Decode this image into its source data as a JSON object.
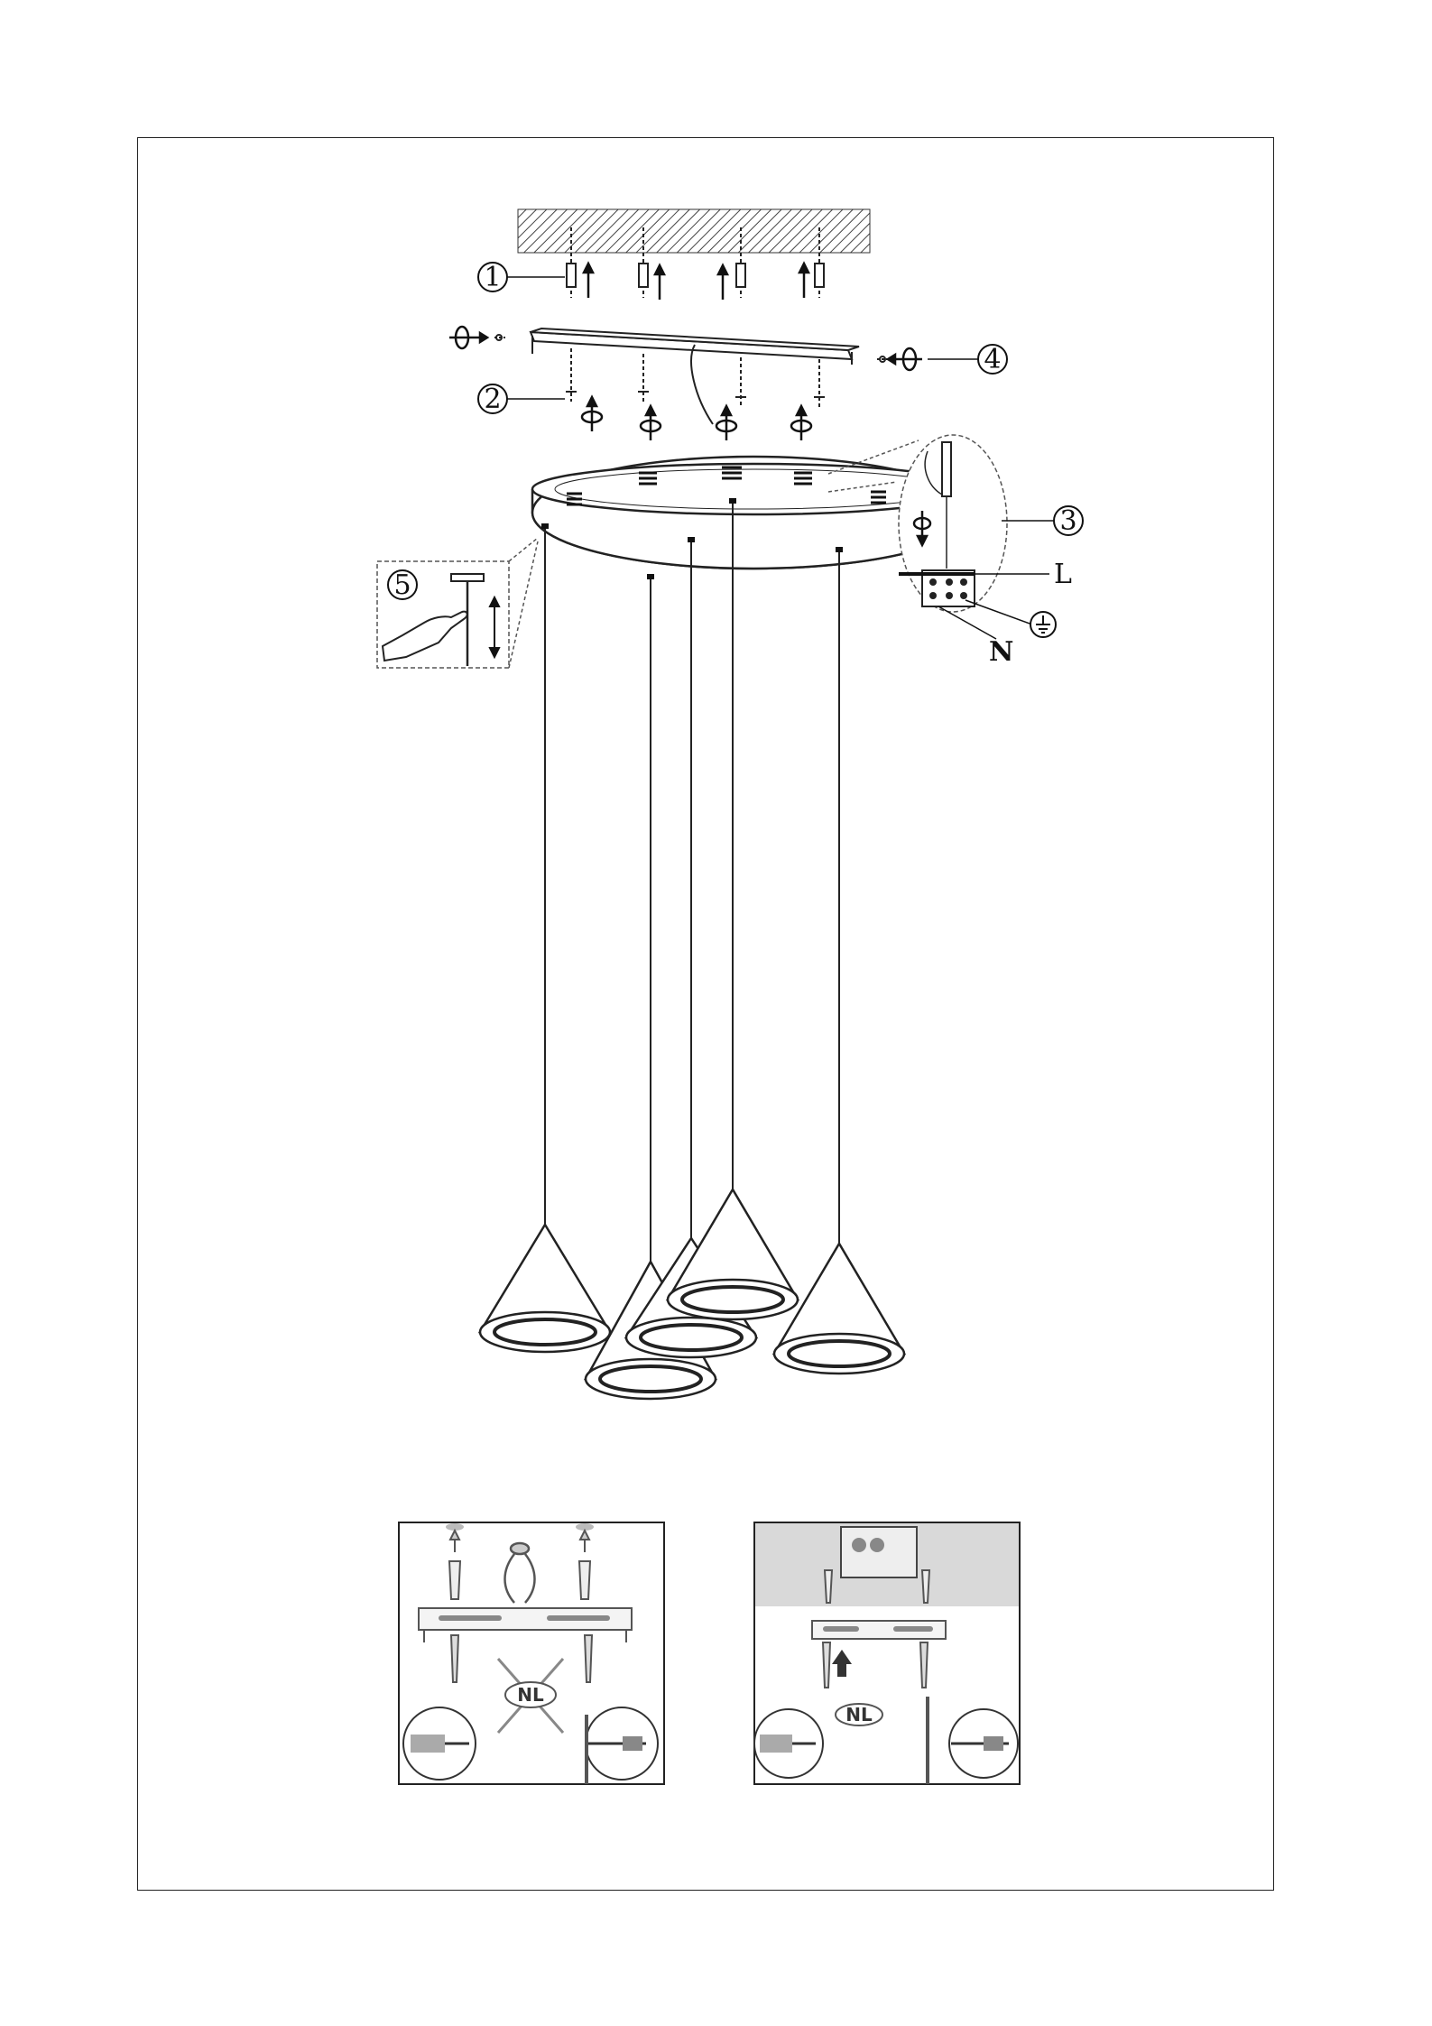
{
  "callouts": [
    "1",
    "2",
    "3",
    "4",
    "5"
  ],
  "wiring": {
    "live": "L",
    "neutral": "N",
    "earth": "earth-symbol"
  },
  "panels": {
    "left_badge": "NL",
    "right_badge": "NL"
  },
  "icons": [
    "rotate-arrow-icon",
    "up-arrow-icon",
    "earth-ground-icon",
    "hand-icon",
    "no-symbol-icon",
    "screwdriver-icon",
    "pliers-icon"
  ],
  "colors": {
    "line": "#222222",
    "hatch": "#444444",
    "panel_gray": "#d9d9d9"
  }
}
